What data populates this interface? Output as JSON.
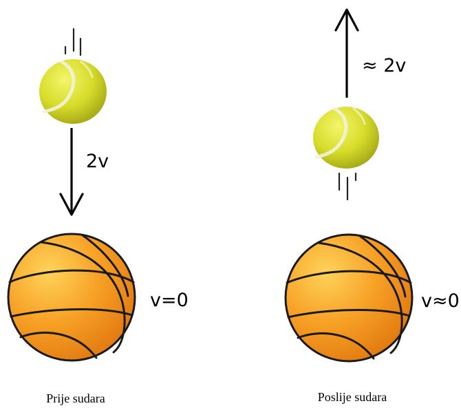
{
  "before": {
    "tennis_velocity_label": "2v",
    "basketball_velocity_label": "v=0",
    "caption": "Prije sudara"
  },
  "after": {
    "tennis_velocity_label": "≈ 2v",
    "basketball_velocity_label": "v≈0",
    "caption": "Poslije sudara"
  },
  "colors": {
    "tennis_ball": "#d7dc2a",
    "tennis_seam": "#f2f2dc",
    "basketball": "#f39a20",
    "basketball_lines": "#1a1a1a",
    "arrow": "#000000"
  }
}
